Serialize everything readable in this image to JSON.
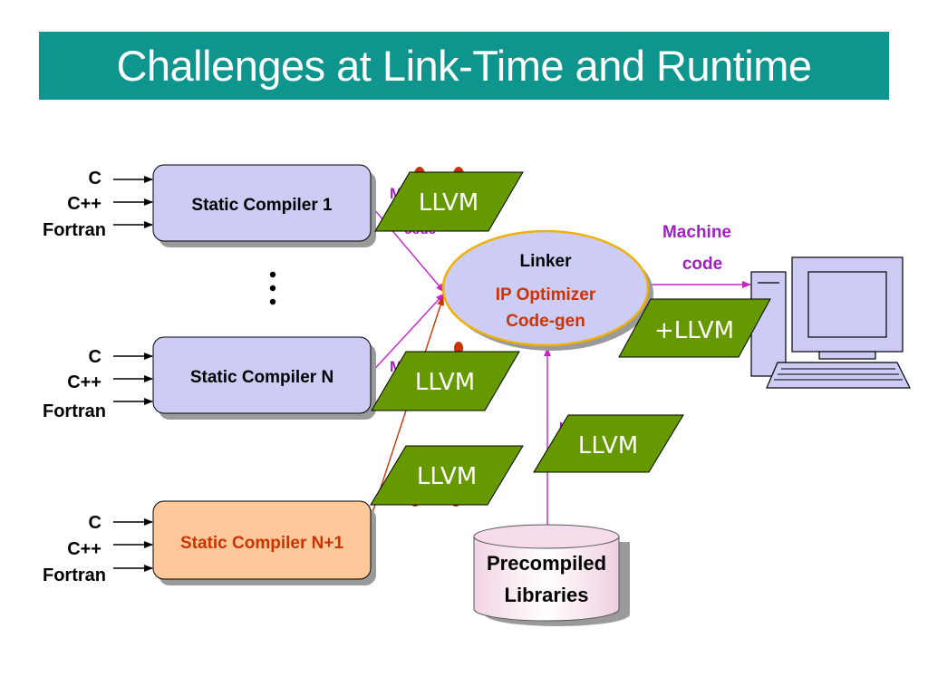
{
  "title": "Challenges at Link-Time and Runtime",
  "languages": [
    "C",
    "C++",
    "Fortran"
  ],
  "compilers": [
    {
      "label": "Static Compiler 1"
    },
    {
      "label": "Static Compiler N"
    },
    {
      "label": "Static Compiler N+1"
    }
  ],
  "ellipsis": "⋮",
  "llvm_label": "LLVM",
  "llvm_plus_label": "+LLVM",
  "linker": {
    "line1": "Linker",
    "line2": "IP Optimizer",
    "line3": "Code-gen"
  },
  "output": {
    "line1": "Machine",
    "line2": "code"
  },
  "libraries": {
    "line1": "Precompiled",
    "line2": "Libraries"
  },
  "colors": {
    "title_bg": "#0e958e",
    "compiler_fill": "#ccccf5",
    "compiler_new_fill": "#ffc89a",
    "llvm_fill": "#669900",
    "arrow": "#cc22cc",
    "machine_code": "#a020c0",
    "red_text": "#cc3300"
  }
}
